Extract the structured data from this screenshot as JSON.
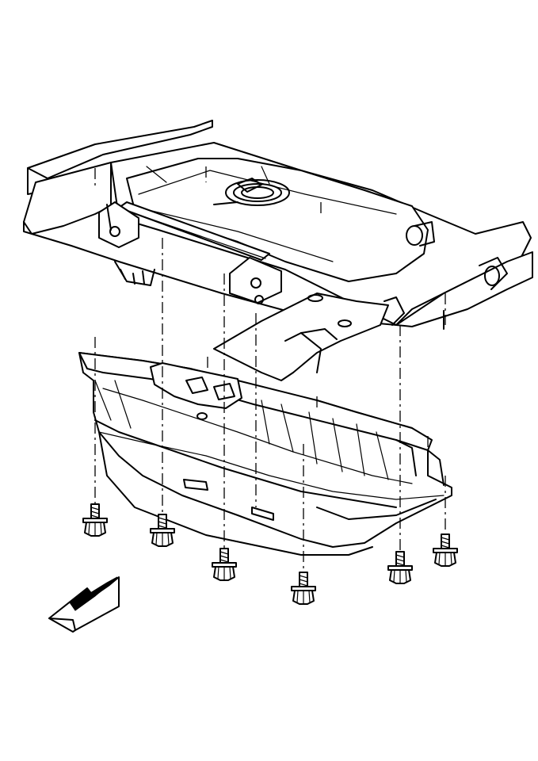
{
  "diagram": {
    "components": [
      {
        "name": "vehicle-frame"
      },
      {
        "name": "fuel-tank"
      },
      {
        "name": "fuel-tank-shield"
      },
      {
        "name": "shield-bolt",
        "count": 6
      }
    ],
    "direction_arrow": "front-of-vehicle-arrow"
  }
}
